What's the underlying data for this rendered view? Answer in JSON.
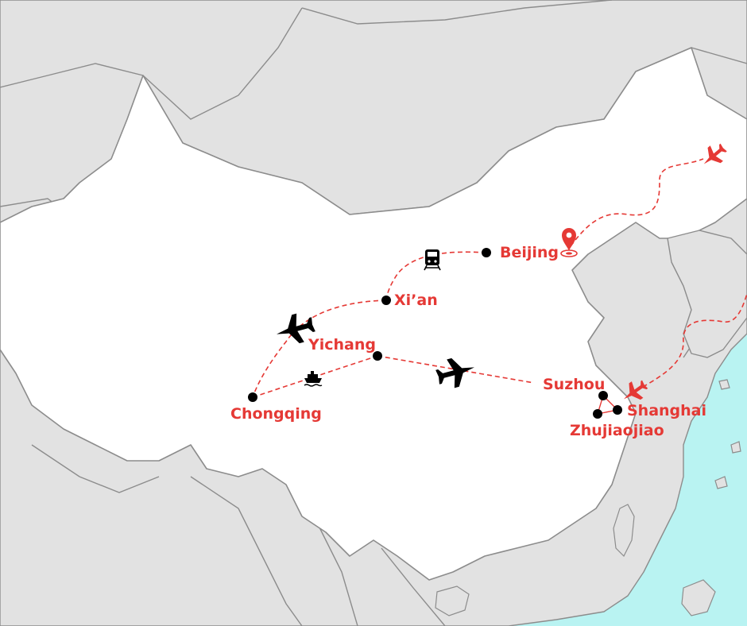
{
  "map": {
    "colors": {
      "sea": "#b9f3f2",
      "china_land": "#ffffff",
      "neighbor_land": "#e2e2e2",
      "border": "#8c8c8c",
      "route": "#e53935",
      "label": "#e53935",
      "city_dot": "#000000",
      "transport_icon": "#000000"
    },
    "cities": [
      {
        "id": "beijing",
        "name": "Beijing"
      },
      {
        "id": "xian",
        "name": "Xi’an"
      },
      {
        "id": "yichang",
        "name": "Yichang"
      },
      {
        "id": "chongqing",
        "name": "Chongqing"
      },
      {
        "id": "suzhou",
        "name": "Suzhou"
      },
      {
        "id": "shanghai",
        "name": "Shanghai"
      },
      {
        "id": "zhujiajiao",
        "name": "Zhujiaojiao"
      }
    ],
    "route_legs": [
      {
        "from": "international",
        "to": "beijing",
        "transport": "flight"
      },
      {
        "from": "beijing",
        "to": "xian",
        "transport": "train"
      },
      {
        "from": "xian",
        "to": "chongqing",
        "transport": "flight"
      },
      {
        "from": "chongqing",
        "to": "yichang",
        "transport": "cruise"
      },
      {
        "from": "yichang",
        "to": "suzhou",
        "transport": "flight"
      },
      {
        "from": "suzhou",
        "to": "shanghai",
        "transport": "ground"
      },
      {
        "from": "shanghai",
        "to": "zhujiajiao",
        "transport": "ground"
      },
      {
        "from": "shanghai",
        "to": "international",
        "transport": "flight"
      }
    ],
    "icons": [
      "location-pin-icon",
      "airplane-icon",
      "train-icon",
      "cruise-ship-icon"
    ]
  }
}
